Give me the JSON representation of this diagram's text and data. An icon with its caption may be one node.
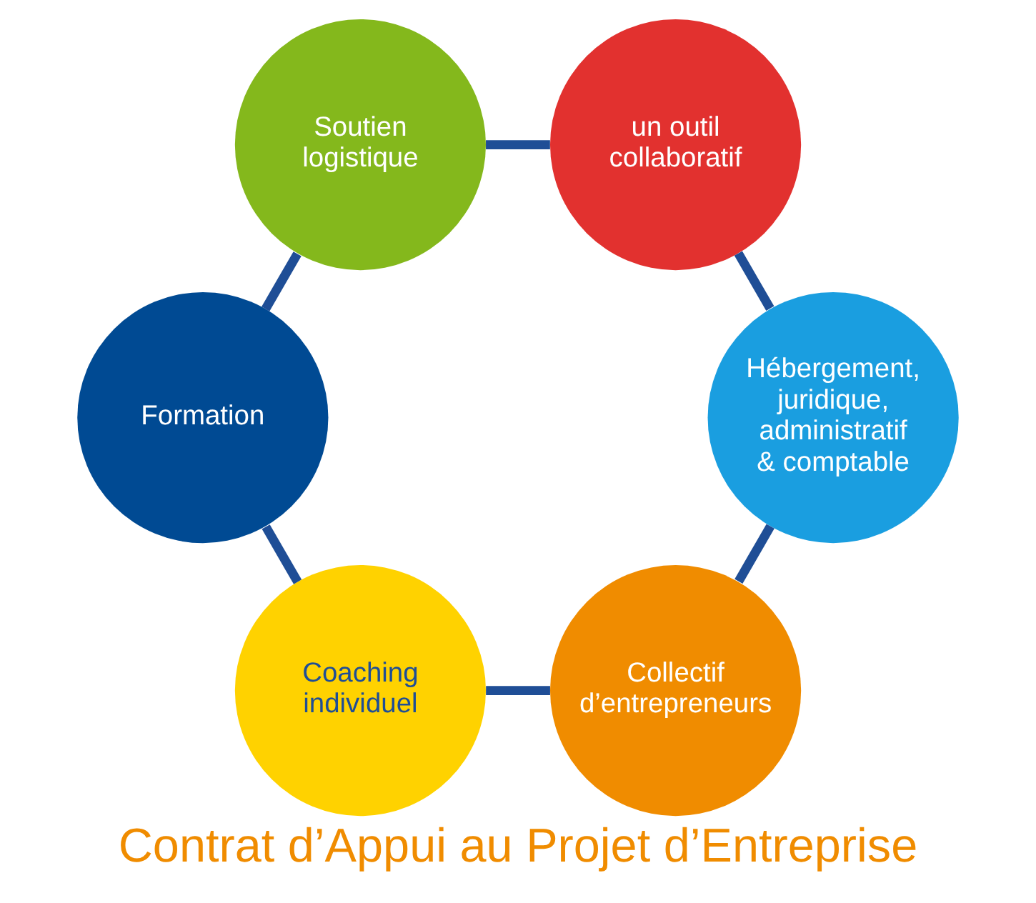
{
  "diagram": {
    "title": "Contrat d’Appui au Projet d’Entreprise",
    "nodes": [
      {
        "text": [
          "Collectif d’entrepreneurs"
        ]
      },
      {
        "text": [
          "Coaching individuel"
        ]
      },
      {
        "text": [
          "Formation"
        ]
      },
      {
        "text": [
          "Soutien logistique"
        ]
      },
      {
        "text": [
          "un outil collaboratif"
        ]
      },
      {
        "text": [
          "Hébergement, juridique, administratif & comptable"
        ]
      }
    ],
    "edges": [
      {
        "from": 0,
        "to": 1,
        "arrow": "none"
      },
      {
        "from": 1,
        "to": 2,
        "arrow": "none"
      },
      {
        "from": 2,
        "to": 3,
        "arrow": "none"
      },
      {
        "from": 3,
        "to": 4,
        "arrow": "none"
      },
      {
        "from": 4,
        "to": 5,
        "arrow": "none"
      },
      {
        "from": 5,
        "to": 0,
        "arrow": "none"
      }
    ]
  }
}
